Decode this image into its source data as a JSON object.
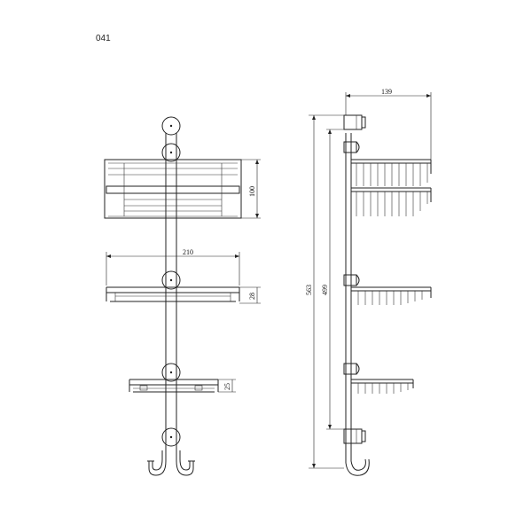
{
  "drawing": {
    "code": "041",
    "dimensions": {
      "front_top_basket_height": "100",
      "front_middle_width": "210",
      "front_middle_height": "28",
      "front_bottom_height": "25",
      "side_depth": "139",
      "side_total_height": "563",
      "side_mount_height": "499"
    }
  }
}
